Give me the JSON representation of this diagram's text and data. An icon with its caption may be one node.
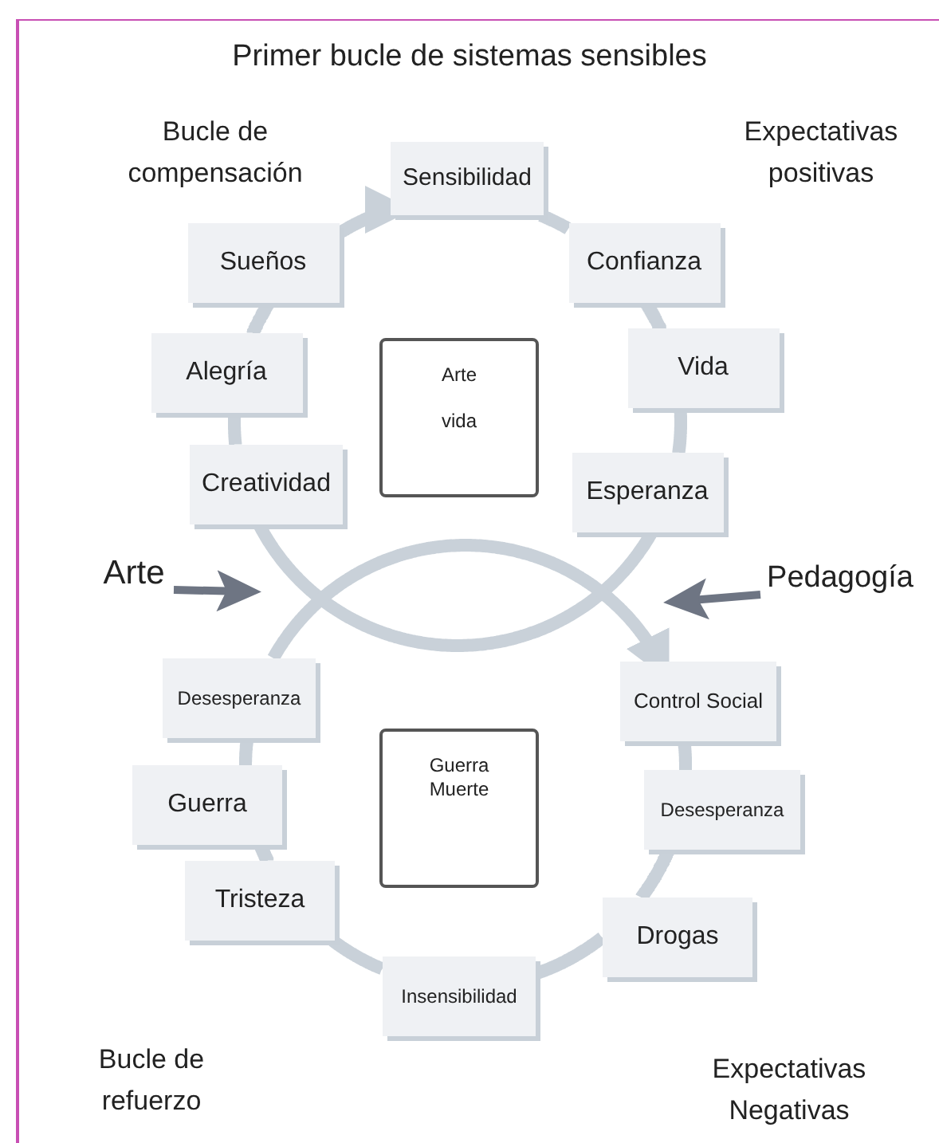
{
  "diagram": {
    "title": "Primer bucle de sistemas sensibles",
    "nodes": [
      {
        "text": [
          "Sensibilidad"
        ]
      },
      {
        "text": [
          "Confianza"
        ]
      },
      {
        "text": [
          "Vida"
        ]
      },
      {
        "text": [
          "Esperanza"
        ]
      },
      {
        "text": [
          "Creatividad"
        ]
      },
      {
        "text": [
          "Alegría"
        ]
      },
      {
        "text": [
          "Sueños"
        ]
      },
      {
        "text": [
          "Arte",
          "vida"
        ]
      },
      {
        "text": [
          "Desesperanza"
        ]
      },
      {
        "text": [
          "Guerra"
        ]
      },
      {
        "text": [
          "Tristeza"
        ]
      },
      {
        "text": [
          "Insensibilidad"
        ]
      },
      {
        "text": [
          "Drogas"
        ]
      },
      {
        "text": [
          "Desesperanza"
        ]
      },
      {
        "text": [
          "Control Social"
        ]
      },
      {
        "text": [
          "Guerra Muerte"
        ]
      },
      {
        "text": [
          "Arte"
        ]
      },
      {
        "text": [
          "Pedagogía"
        ]
      }
    ],
    "edges": [
      {
        "from": 4,
        "to": 5,
        "arrow": "none"
      },
      {
        "from": 5,
        "to": 6,
        "arrow": "none"
      },
      {
        "from": 6,
        "to": 0,
        "arrow": "to"
      },
      {
        "from": 0,
        "to": 1,
        "arrow": "none"
      },
      {
        "from": 1,
        "to": 2,
        "arrow": "none"
      },
      {
        "from": 2,
        "to": 3,
        "arrow": "none"
      },
      {
        "from": 3,
        "to": 4,
        "arrow": "none"
      },
      {
        "from": 8,
        "to": 14,
        "arrow": "to"
      },
      {
        "from": 14,
        "to": 13,
        "arrow": "none"
      },
      {
        "from": 13,
        "to": 12,
        "arrow": "none"
      },
      {
        "from": 12,
        "to": 11,
        "arrow": "none"
      },
      {
        "from": 11,
        "to": 10,
        "arrow": "none"
      },
      {
        "from": 10,
        "to": 9,
        "arrow": "none"
      },
      {
        "from": 9,
        "to": 8,
        "arrow": "none"
      },
      {
        "from": 16,
        "to": null,
        "arrow": "to",
        "color": "#6e7583"
      },
      {
        "from": 17,
        "to": null,
        "arrow": "to",
        "color": "#6e7583"
      }
    ],
    "labels": [
      "Bucle de compensación",
      "Expectativas positivas",
      "Bucle de refuerzo",
      "Expectativas Negativas"
    ]
  }
}
